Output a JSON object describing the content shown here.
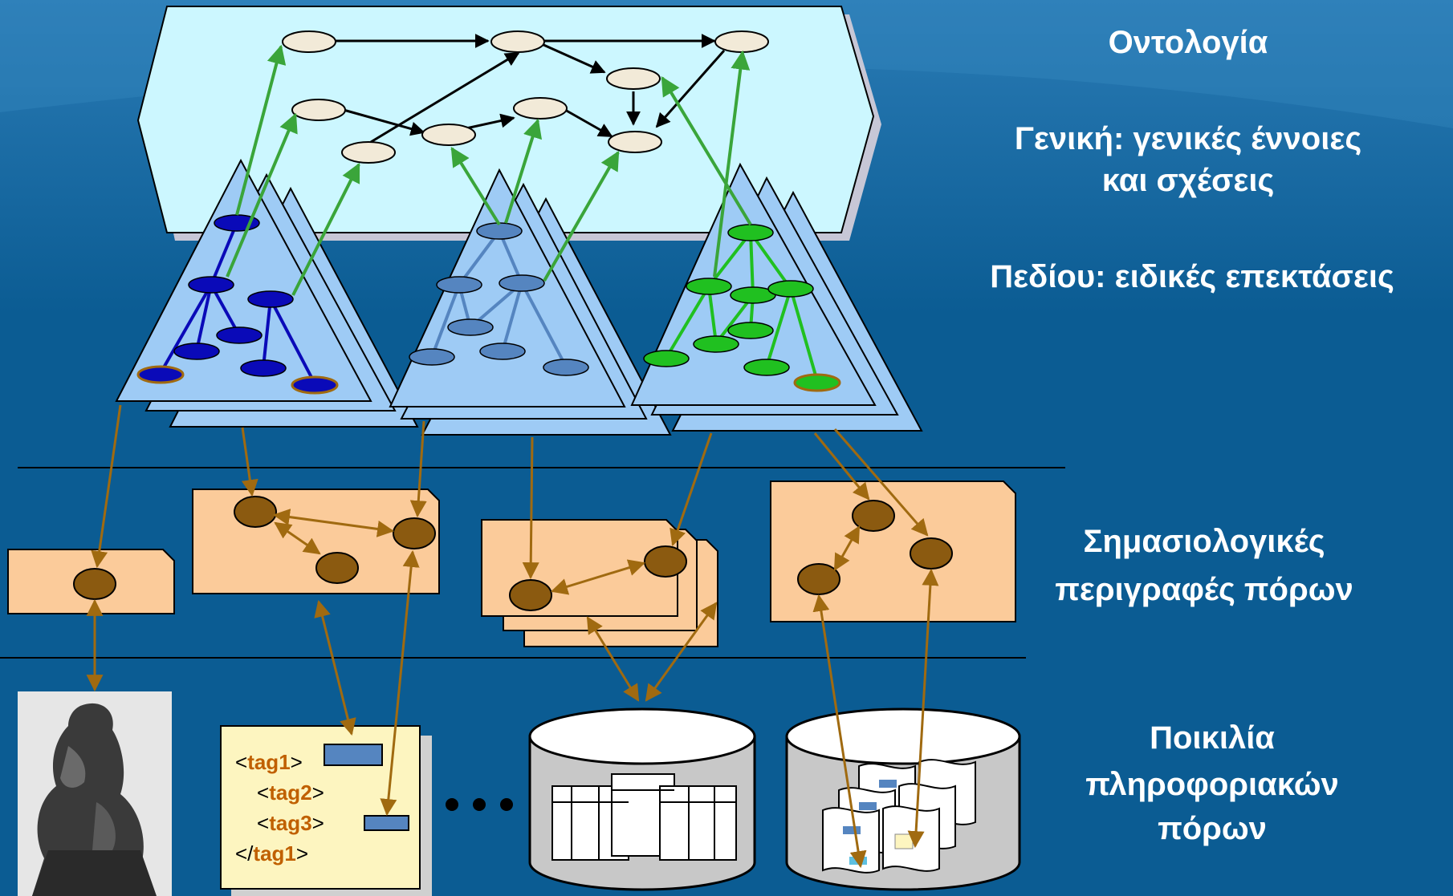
{
  "labels": {
    "ontology_title": "Οντολογία",
    "general_line1": "Γενική: γενικές έννοιες",
    "general_line2": "και σχέσεις",
    "domain_line": "Πεδίου: ειδικές επεκτάσεις",
    "semantic_line1": "Σημασιολογικές",
    "semantic_line2": "περιγραφές πόρων",
    "variety_line1": "Ποικιλία",
    "variety_line2": "πληροφοριακών",
    "variety_line3": "πόρων"
  },
  "xml_snippet": {
    "open_lt": "<",
    "tag1": "tag1",
    "open_gt": ">",
    "tag2_lt": "<",
    "tag2": "tag2",
    "tag2_gt": ">",
    "tag3_lt": "<",
    "tag3": "tag3",
    "tag3_gt": ">",
    "close_lt": "</",
    "close_tag": "tag1",
    "close_gt": ">"
  },
  "colors": {
    "background": "#0b5c93",
    "ontology_fill": "#ccf7ff",
    "pyramid_fill": "#9ecbf5",
    "doc_fill": "#fbcb9a",
    "resource_node": "#8b5a10",
    "arrow_green": "#3aa53a",
    "arrow_brown": "#a06a10",
    "tree_dark_blue": "#0a0ab8",
    "tree_mid_blue": "#5585c0",
    "tree_green": "#20c020",
    "xml_tag": "#c06000"
  },
  "icons": [
    "sculpture-image",
    "xml-document-icon",
    "database-table-icon",
    "database-documents-icon",
    "ellipsis-icon"
  ]
}
